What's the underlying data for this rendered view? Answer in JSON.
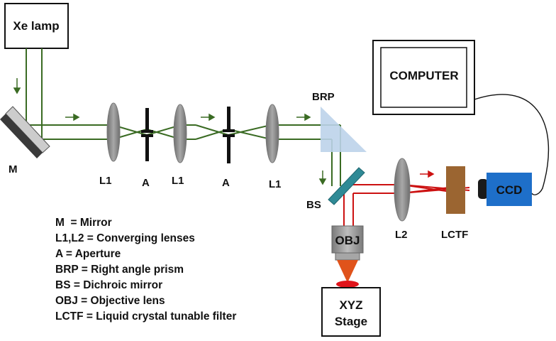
{
  "components": {
    "xe_lamp": "Xe lamp",
    "computer": "COMPUTER",
    "ccd": "CCD",
    "obj": "OBJ",
    "stage_line1": "XYZ",
    "stage_line2": "Stage"
  },
  "labels": {
    "m": "M",
    "l1_a": "L1",
    "a_1": "A",
    "l1_b": "L1",
    "a_2": "A",
    "l1_c": "L1",
    "brp": "BRP",
    "bs": "BS",
    "l2": "L2",
    "lctf": "LCTF"
  },
  "legend": [
    "M  = Mirror",
    "L1,L2 = Converging lenses",
    "A = Aperture",
    "BRP = Right angle prism",
    "BS = Dichroic mirror",
    "OBJ = Objective lens",
    "LCTF = Liquid crystal tunable filter"
  ],
  "colors": {
    "excitation_beam": "#3a6b23",
    "emission_beam": "#cc1111",
    "lens_gray": "#8c8c8c",
    "prism_blue": "#bcd3ea",
    "bs_teal": "#2f8a96",
    "ccd_blue": "#1e6fc9",
    "lctf_brown": "#9b6531",
    "stage_spot": "#e0141b",
    "obj_cone": "#e0531b"
  }
}
